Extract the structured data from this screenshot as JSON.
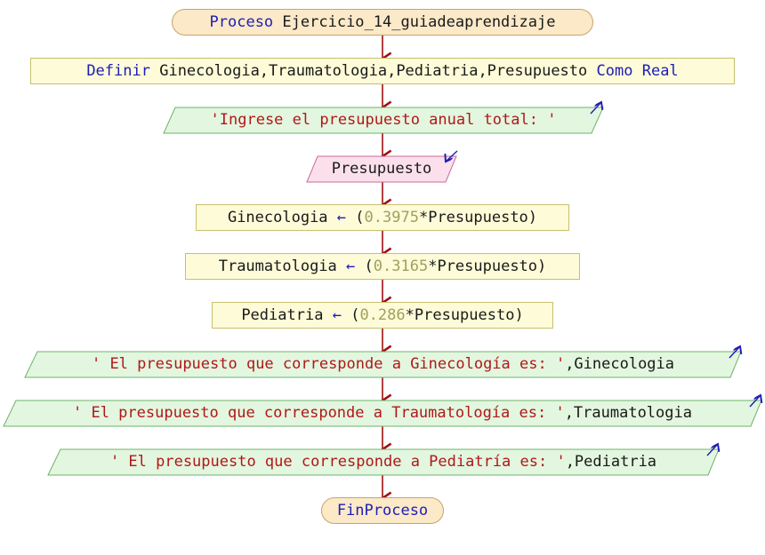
{
  "colors": {
    "terminal_fill": "#fbe9c8",
    "process_fill": "#fdfbd8",
    "output_fill": "#e3f6df",
    "input_fill": "#fbe0ec",
    "arrow": "#a01010",
    "keyword": "#1d1db6",
    "string": "#b01818",
    "number": "#a0a060"
  },
  "nodes": {
    "start": {
      "keyword": "Proceso",
      "name": "Ejercicio_14_guiadeaprendizaje"
    },
    "define": {
      "kw1": "Definir",
      "vars": "Ginecologia,Traumatologia,Pediatria,Presupuesto",
      "kw2": "Como",
      "kw3": "Real"
    },
    "out1": {
      "str": "'Ingrese el presupuesto anual total: '"
    },
    "in1": {
      "var": "Presupuesto"
    },
    "assign1": {
      "lhs": "Ginecologia",
      "arrow": "←",
      "open": "(",
      "num": "0.3975",
      "rest": "*Presupuesto)"
    },
    "assign2": {
      "lhs": "Traumatologia",
      "arrow": "←",
      "open": "(",
      "num": "0.3165",
      "rest": "*Presupuesto)"
    },
    "assign3": {
      "lhs": "Pediatria",
      "arrow": "←",
      "open": "(",
      "num": "0.286",
      "rest": "*Presupuesto)"
    },
    "out2": {
      "str": "' El presupuesto que corresponde a Ginecología es: '",
      "var": ",Ginecologia"
    },
    "out3": {
      "str": "' El presupuesto que corresponde a Traumatología es: '",
      "var": ",Traumatologia"
    },
    "out4": {
      "str": "' El presupuesto que corresponde a Pediatría es: '",
      "var": ",Pediatria"
    },
    "end": {
      "keyword": "FinProceso"
    }
  }
}
